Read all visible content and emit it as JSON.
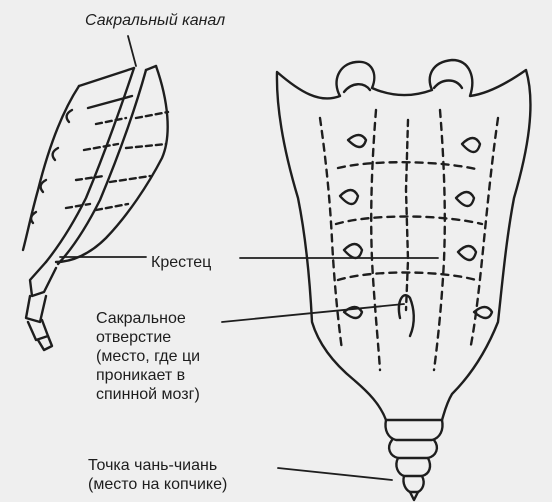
{
  "labels": {
    "sacral_canal": "Сакральный канал",
    "sacrum": "Крестец",
    "sacral_foramen": [
      "Сакральное",
      "отверстие",
      "(место, где ци",
      "проникает в",
      "спинной мозг)"
    ],
    "chang_qiang_point": [
      "Точка чань-чиань",
      "(место на копчике)"
    ]
  },
  "colors": {
    "background": "#efefef",
    "ink": "#1e1e1e"
  }
}
